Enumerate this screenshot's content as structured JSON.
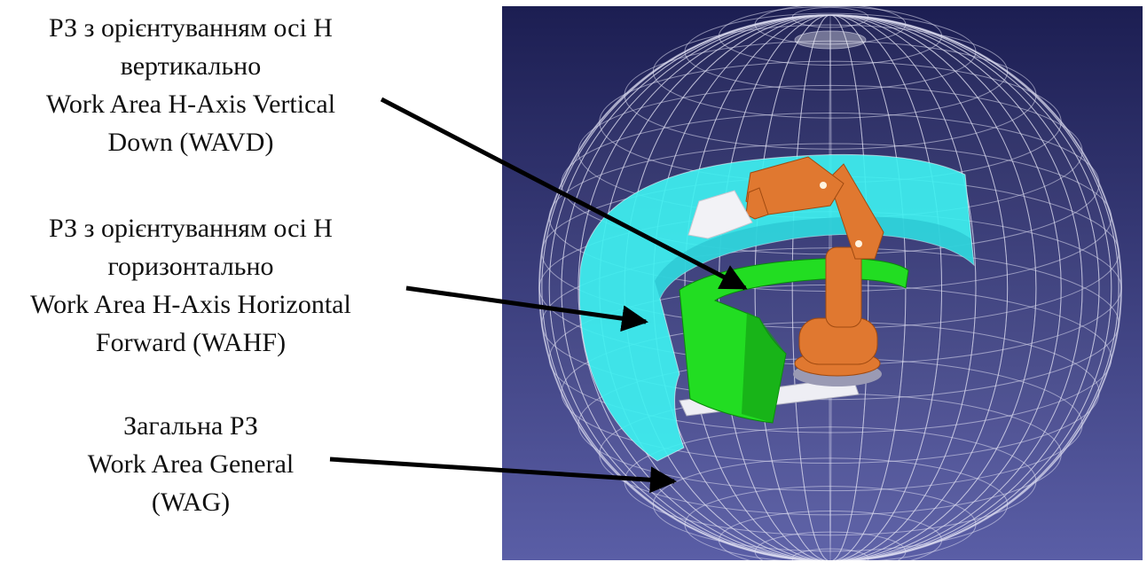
{
  "labels": {
    "wavd": {
      "line1": "РЗ з орієнтуванням осі H",
      "line2": "вертикально",
      "line3": "Work Area H-Axis Vertical",
      "line4": "Down (WAVD)"
    },
    "wahf": {
      "line1": "РЗ з орієнтуванням осі H",
      "line2": "горизонтально",
      "line3": "Work Area H-Axis Horizontal",
      "line4": "Forward (WAHF)"
    },
    "wag": {
      "line1": "Загальна РЗ",
      "line2": "Work Area General",
      "line3": "(WAG)"
    }
  },
  "colors": {
    "background_top": "#1c1e52",
    "background_bottom": "#5a5ea6",
    "sphere_mesh": "#dcdcf0",
    "wavd_region": "#3ef0f0",
    "wahf_region": "#22dd22",
    "robot": "#e07830",
    "arrow": "#000000"
  }
}
